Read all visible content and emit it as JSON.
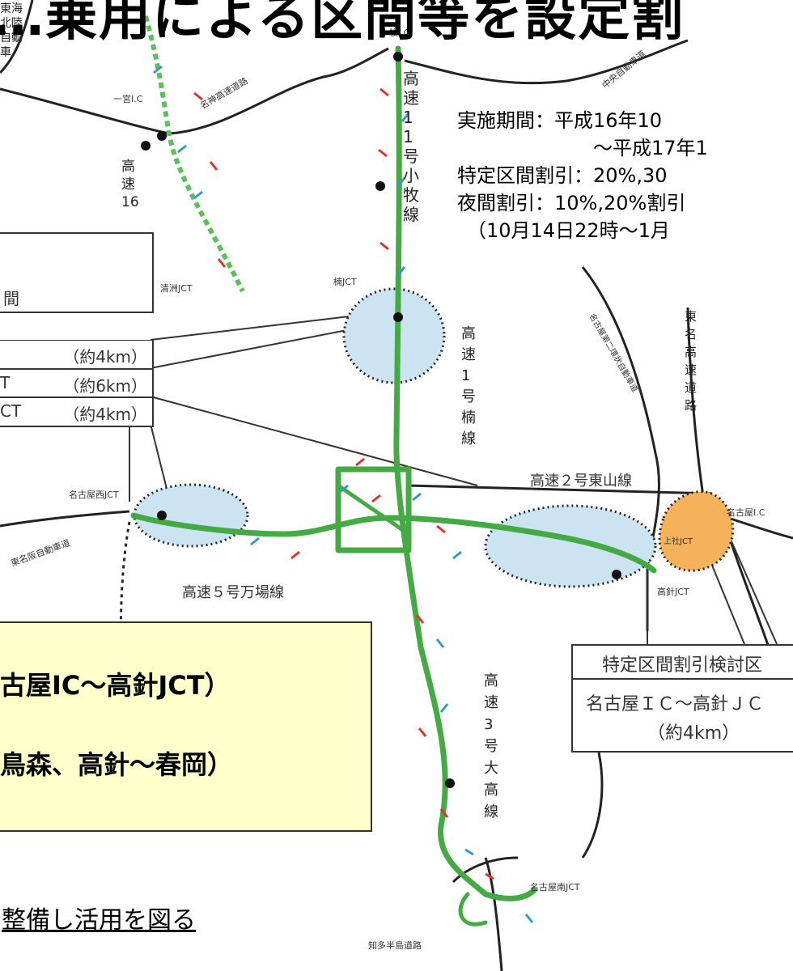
{
  "headline": "…乗用による区間等を設定割",
  "info": {
    "period_1": "実施期間：平成16年10",
    "period_2": "〜平成17年1",
    "section_discount": "特定区間割引：20%,30",
    "night_discount": "夜間割引：10%,20%割引",
    "night_period": "（10月14日22時〜1月"
  },
  "left_table": {
    "header": "間",
    "row1": "（約4km）",
    "row2_prefix": "T",
    "row2": "（約6km）",
    "row3_prefix": "CT",
    "row3": "（約4km）"
  },
  "note": {
    "line1": "古屋IC～高針JCT）",
    "line2": "鳥森、高針～春岡）"
  },
  "footer_link": "整備し活用を図る",
  "right_table": {
    "header": "特定区間割引検討区",
    "row_line1": "名古屋ＩＣ〜高針ＪＣ",
    "row_line2": "（約4km）"
  },
  "map_labels": {
    "komaki_ic": "小牧I.C",
    "ichinomiya_ic": "一宮I.C",
    "meishin": "名神高速道路",
    "chuo": "中央自動車道",
    "hokuriku": "東海北陸自動車",
    "kiyosu_jct": "清洲JCT",
    "kusunoki_jct": "楠JCT",
    "nagoya_nishi_jct": "名古屋西JCT",
    "tomei_han": "東名阪自動車道",
    "nagoya_ic": "名古屋I.C",
    "kamiyashiro_jct": "上社JCT",
    "takabari_jct": "高針JCT",
    "nagoya_minami_jct": "名古屋南JCT",
    "chita": "知多半島道路",
    "higashiyama": "高速２号東山線",
    "manba": "高速５号万場線",
    "komaki_line": "高速11号小牧線",
    "line16": "高速16",
    "line1": "高速1号楠線",
    "line3": "高速3号大高線",
    "tomei": "東名高速道路",
    "second_ring": "名古屋第二環状自動車道"
  },
  "colors": {
    "route_green": "#44aa44",
    "ellipse_blue": "#cce4f2",
    "jct_orange": "#f5b25a",
    "note_yellow": "#ffffcc",
    "arrow_red": "#dd3333",
    "arrow_blue": "#3399cc"
  }
}
